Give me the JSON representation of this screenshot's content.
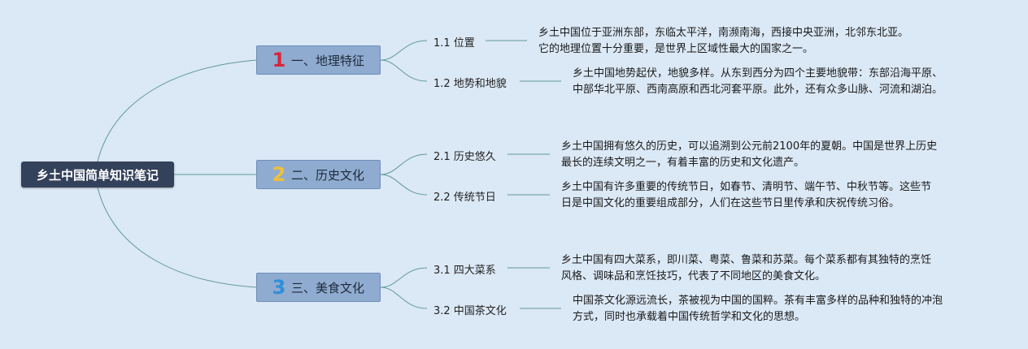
{
  "root": {
    "label": "乡土中国简单知识笔记"
  },
  "branches": [
    {
      "number": "1",
      "number_color": "#d8263a",
      "label": "一、地理特征",
      "children": [
        {
          "label": "1.1 位置",
          "text": [
            "乡土中国位于亚洲东部，东临太平洋，南濒南海，西接中央亚洲，北邻东北亚。",
            "它的地理位置十分重要，是世界上区域性最大的国家之一。"
          ]
        },
        {
          "label": "1.2 地势和地貌",
          "text": [
            "乡土中国地势起伏，地貌多样。从东到西分为四个主要地貌带：东部沿海平原、",
            "中部华北平原、西南高原和西北河套平原。此外，还有众多山脉、河流和湖泊。"
          ]
        }
      ]
    },
    {
      "number": "2",
      "number_color": "#f2c037",
      "label": "二、历史文化",
      "children": [
        {
          "label": "2.1 历史悠久",
          "text": [
            "乡土中国拥有悠久的历史，可以追溯到公元前2100年的夏朝。中国是世界上历史",
            "最长的连续文明之一，有着丰富的历史和文化遗产。"
          ]
        },
        {
          "label": "2.2 传统节日",
          "text": [
            "乡土中国有许多重要的传统节日，如春节、清明节、端午节、中秋节等。这些节",
            "日是中国文化的重要组成部分，人们在这些节日里传承和庆祝传统习俗。"
          ]
        }
      ]
    },
    {
      "number": "3",
      "number_color": "#2f8fd8",
      "label": "三、美食文化",
      "children": [
        {
          "label": "3.1 四大菜系",
          "text": [
            "乡土中国有四大菜系，即川菜、粤菜、鲁菜和苏菜。每个菜系都有其独特的烹饪",
            "风格、调味品和烹饪技巧，代表了不同地区的美食文化。"
          ]
        },
        {
          "label": "3.2 中国茶文化",
          "text": [
            "中国茶文化源远流长，茶被视为中国的国粹。茶有丰富多样的品种和独特的冲泡",
            "方式，同时也承载着中国传统哲学和文化的思想。"
          ]
        }
      ]
    }
  ],
  "colors": {
    "line": "#5f9a98",
    "root_bg": "#33415a",
    "branch_bg": "#8fabd0",
    "background": "#dbe8f5"
  }
}
